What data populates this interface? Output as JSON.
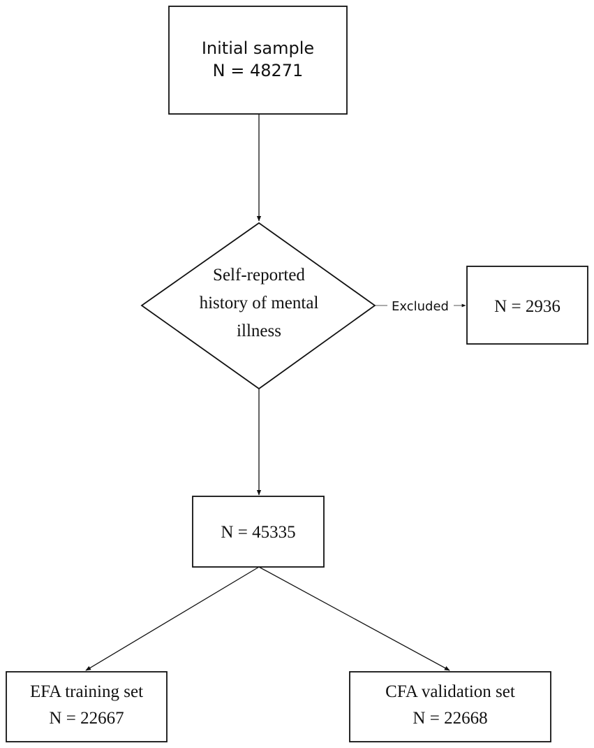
{
  "nodes": {
    "initial": {
      "line1": "Initial sample",
      "line2": "N = 48271"
    },
    "decision": {
      "line1": "Self-reported",
      "line2": "history of mental",
      "line3": "illness"
    },
    "excluded": {
      "edge_label": "Excluded",
      "count": "N = 2936"
    },
    "remaining": {
      "count": "N = 45335"
    },
    "efa": {
      "line1": "EFA training set",
      "line2": "N = 22667"
    },
    "cfa": {
      "line1": "CFA validation set",
      "line2": "N = 22668"
    }
  },
  "colors": {
    "stroke": "#111111",
    "background": "#ffffff"
  }
}
